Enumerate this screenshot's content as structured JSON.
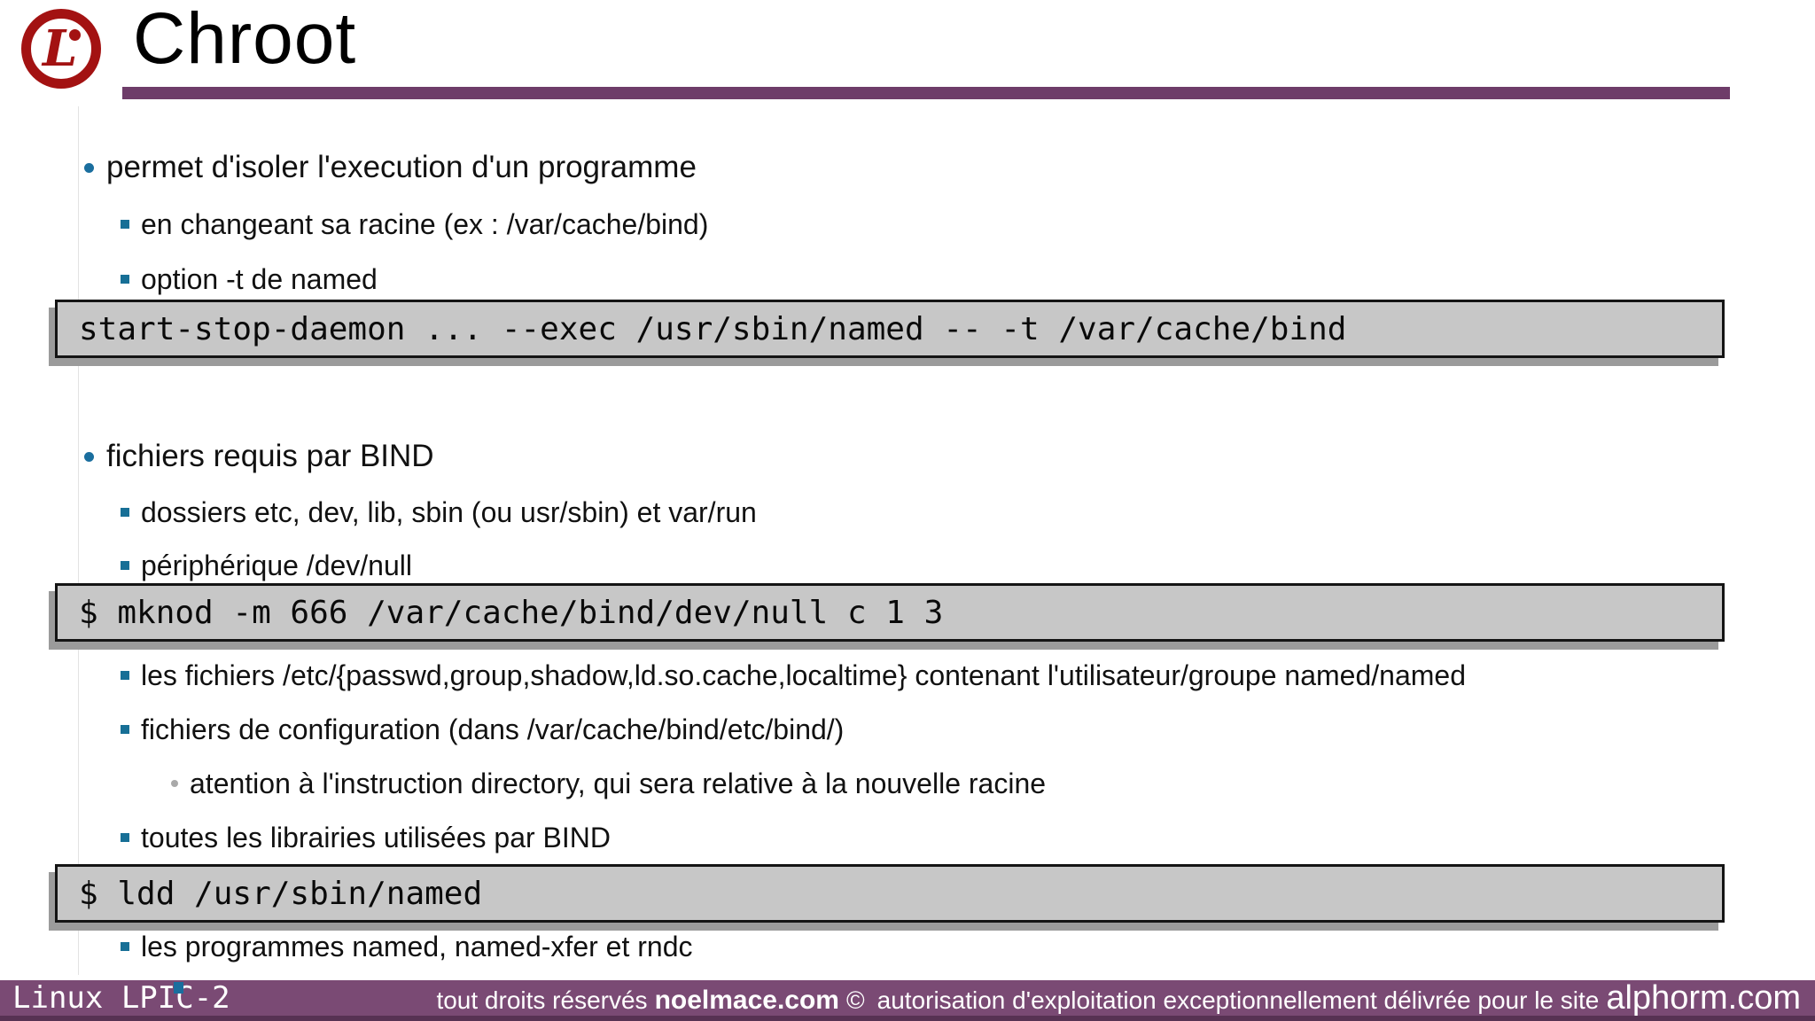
{
  "header": {
    "title": "Chroot",
    "logo_letter": "L"
  },
  "colors": {
    "accent_purple": "#6e3c69",
    "footer_purple": "#7a4a74",
    "bullet_blue": "#1a6e9e",
    "bullet_gray": "#a9a9a9",
    "code_background": "#c7c7c7",
    "logo_red": "#a31212"
  },
  "content": {
    "items": [
      {
        "type": "bullet",
        "level": 1,
        "text": "permet d'isoler l'execution d'un programme"
      },
      {
        "type": "bullet",
        "level": 2,
        "text": "en changeant sa racine (ex : /var/cache/bind)"
      },
      {
        "type": "bullet",
        "level": 2,
        "text": "option -t de named"
      },
      {
        "type": "code",
        "text": "start-stop-daemon ... --exec /usr/sbin/named -- -t /var/cache/bind"
      },
      {
        "type": "bullet",
        "level": 1,
        "text": "fichiers requis par BIND"
      },
      {
        "type": "bullet",
        "level": 2,
        "text": "dossiers etc, dev, lib, sbin (ou usr/sbin) et var/run"
      },
      {
        "type": "bullet",
        "level": 2,
        "text": "périphérique /dev/null"
      },
      {
        "type": "code",
        "text": "$ mknod -m 666 /var/cache/bind/dev/null c 1 3"
      },
      {
        "type": "bullet",
        "level": 2,
        "text": "les fichiers /etc/{passwd,group,shadow,ld.so.cache,localtime} contenant l'utilisateur/groupe named/named"
      },
      {
        "type": "bullet",
        "level": 2,
        "text": "fichiers de configuration (dans /var/cache/bind/etc/bind/)"
      },
      {
        "type": "bullet",
        "level": 3,
        "text": "atention à l'instruction directory, qui sera relative à la nouvelle racine"
      },
      {
        "type": "bullet",
        "level": 2,
        "text": "toutes les librairies utilisées par BIND"
      },
      {
        "type": "code",
        "text": "$ ldd /usr/sbin/named"
      },
      {
        "type": "bullet",
        "level": 2,
        "text": "les programmes named, named-xfer et rndc"
      }
    ]
  },
  "footer": {
    "course_label": "Linux LPIC-2",
    "rights_prefix": "tout droits réservés",
    "site_bold": "noelmace.com",
    "copyright_symbol": "©",
    "rights_text": "autorisation d'exploitation exceptionnellement délivrée pour le site",
    "site_large": "alphorm.com"
  }
}
